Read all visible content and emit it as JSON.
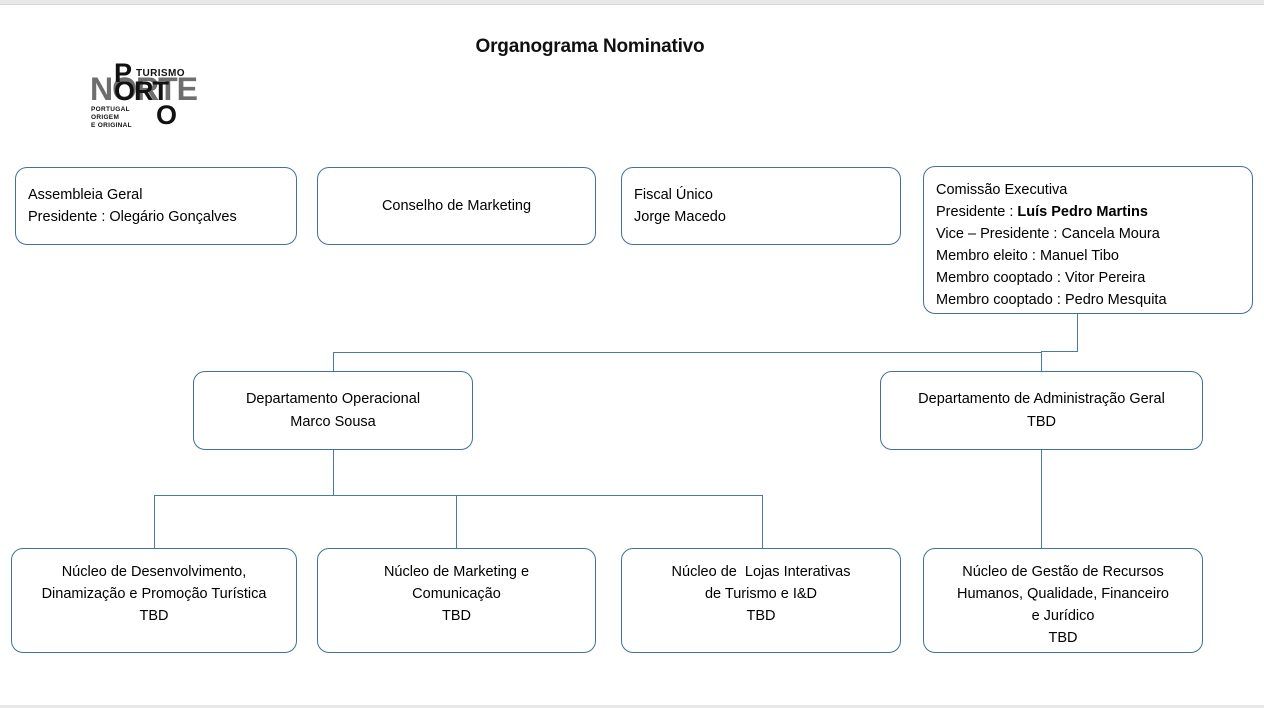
{
  "page": {
    "title": "Organograma Nominativo"
  },
  "logo": {
    "name": "turismo-porto-e-norte-logo",
    "word_top": "P",
    "word_main_gray": "NORTE",
    "word_main_black": "ORTO",
    "tagline_top": "TURISMO",
    "tagline_lines": [
      "PORTUGAL",
      "ORIGEM",
      "E ORIGINAL"
    ],
    "colors": {
      "black": "#111111",
      "gray": "#6e6e6e"
    }
  },
  "theme": {
    "box_border": "#41719c",
    "connector": "#4a7ba7",
    "box_fill": "#ffffff",
    "text": "#000000"
  },
  "nodes": {
    "assembleia_geral": {
      "lines": [
        "Assembleia Geral",
        "Presidente : Olegário Gonçalves"
      ]
    },
    "conselho_marketing": {
      "lines": [
        "Conselho de Marketing"
      ]
    },
    "fiscal_unico": {
      "lines": [
        "Fiscal Único",
        "Jorge Macedo"
      ]
    },
    "comissao_executiva": {
      "line1": "Comissão Executiva",
      "line2_prefix": "Presidente : ",
      "line2_name": "Luís Pedro Martins",
      "line3": "Vice – Presidente : Cancela Moura",
      "line4": "Membro eleito : Manuel Tibo",
      "line5": "Membro cooptado : Vitor Pereira",
      "line6": "Membro cooptado : Pedro Mesquita"
    },
    "departamento_operacional": {
      "lines": [
        "Departamento Operacional",
        "Marco Sousa"
      ]
    },
    "departamento_administracao": {
      "lines": [
        "Departamento de Administração Geral",
        "TBD"
      ]
    },
    "nucleo_desenvolvimento": {
      "line1": "Núcleo de Desenvolvimento,",
      "line2": "Dinamização e Promoção Turística",
      "line3": "TBD"
    },
    "nucleo_marketing": {
      "line1": "Núcleo de Marketing e",
      "line2": "Comunicação",
      "line3": "TBD"
    },
    "nucleo_lojas": {
      "line1": "Núcleo de  Lojas Interativas",
      "line2": "de Turismo e I&D",
      "line3": "TBD"
    },
    "nucleo_gestao": {
      "line1": "Núcleo de Gestão de Recursos",
      "line2": "Humanos, Qualidade, Financeiro",
      "line3": "e Jurídico",
      "line4": "TBD"
    }
  }
}
